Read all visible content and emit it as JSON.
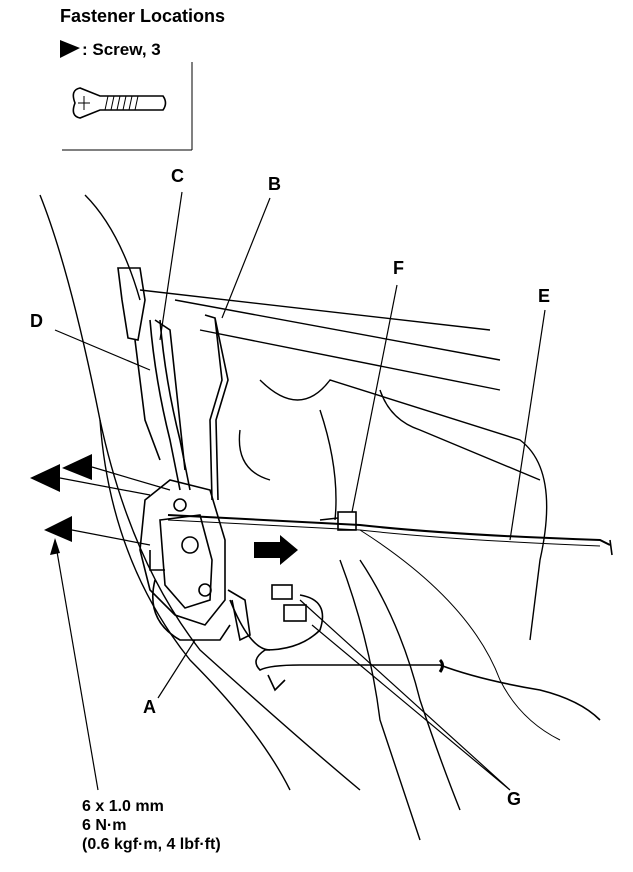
{
  "header": {
    "title": "Fastener Locations",
    "legend_symbol": "triangle-pointer-icon",
    "legend_text": ": Screw, 3"
  },
  "callouts": {
    "A": "A",
    "B": "B",
    "C": "C",
    "D": "D",
    "E": "E",
    "F": "F",
    "G": "G"
  },
  "torque_spec": {
    "size": "6 x 1.0 mm",
    "torque_nm": "6 N·m",
    "torque_alt": "(0.6 kgf·m, 4 lbf·ft)"
  }
}
